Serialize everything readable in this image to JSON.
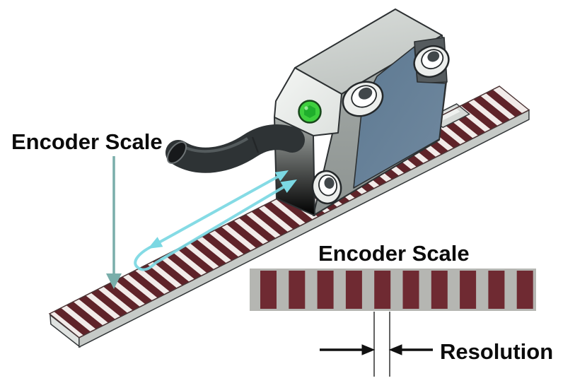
{
  "figure": {
    "description": "Isometric diagram of a linear encoder read head above a striped encoder scale, with a magnified strip showing the scale pitch that defines resolution"
  },
  "labels": {
    "left_scale": "Encoder Scale",
    "zoom_scale": "Encoder Scale",
    "resolution": "Resolution"
  },
  "sensor": {
    "body_color": "#9aa09d",
    "top_color": "#ccd1ce",
    "chamfer_color": "#e9ece9",
    "left_face_color": "#a5aba8",
    "panel_color": "#66819a",
    "pocket_color": "#555b5e",
    "outline_color": "#2c3032",
    "led_color": "#3ecf3e",
    "led_core_color": "#1fae2c",
    "cable_color": "#2e3335",
    "mounting_hole_count": 3
  },
  "scale_tape": {
    "stripe_count": 36,
    "stripe_color": "#5f2329",
    "gap_color": "#f2ebe9",
    "side_color": "#c6cac7",
    "end_color": "#dfe2e0",
    "mark_color": "#d5d9d6"
  },
  "zoom_strip": {
    "stripe_count": 10,
    "stripe_color": "#6f2a32",
    "background": "#b5b6b2"
  },
  "arrows": {
    "beam_color": "#7bd8e3",
    "pointer_color": "#79aeaa",
    "dimension_color": "#111111"
  }
}
